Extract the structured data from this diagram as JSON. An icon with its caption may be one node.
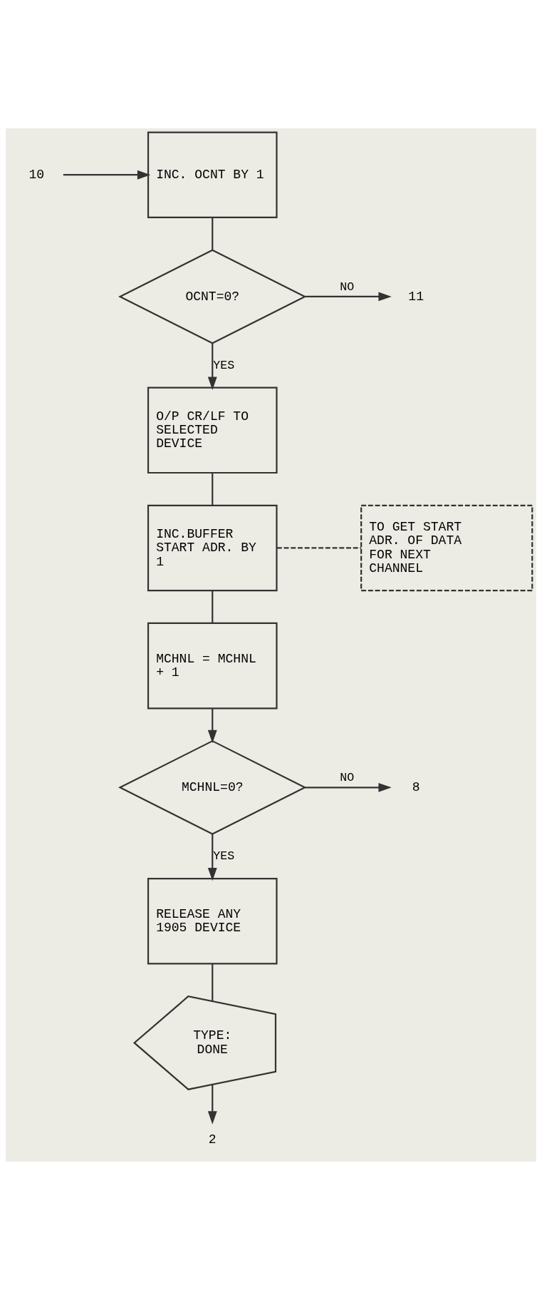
{
  "diagram": {
    "nodes": [
      {
        "text": [
          "10"
        ]
      },
      {
        "text": [
          "INC. OCNT BY 1"
        ]
      },
      {
        "text": [
          "OCNT=0?"
        ]
      },
      {
        "text": [
          "11"
        ]
      },
      {
        "text": [
          "O/P CR/LF TO SELECTED DEVICE"
        ]
      },
      {
        "text": [
          "INC.BUFFER START ADR. BY 1"
        ]
      },
      {
        "text": [
          "TO GET START ADR. OF DATA FOR NEXT CHANNEL"
        ]
      },
      {
        "text": [
          "MCHNL = MCHNL + 1"
        ]
      },
      {
        "text": [
          "MCHNL=0?"
        ]
      },
      {
        "text": [
          "8"
        ]
      },
      {
        "text": [
          "RELEASE ANY 1905 DEVICE"
        ]
      },
      {
        "text": [
          "TYPE:",
          "DONE"
        ]
      },
      {
        "text": [
          "2"
        ]
      }
    ],
    "edges": [
      {
        "from": 0,
        "to": 1,
        "arrow": "to"
      },
      {
        "from": 1,
        "to": 2,
        "arrow": "none"
      },
      {
        "from": 2,
        "to": 3,
        "arrow": "to",
        "label": "NO"
      },
      {
        "from": 2,
        "to": 4,
        "arrow": "to",
        "label": "YES"
      },
      {
        "from": 4,
        "to": 5,
        "arrow": "none"
      },
      {
        "from": 5,
        "to": 6,
        "arrow": "none",
        "style": "dashed"
      },
      {
        "from": 5,
        "to": 7,
        "arrow": "none"
      },
      {
        "from": 7,
        "to": 8,
        "arrow": "to"
      },
      {
        "from": 8,
        "to": 9,
        "arrow": "to",
        "label": "NO"
      },
      {
        "from": 8,
        "to": 10,
        "arrow": "to",
        "label": "YES"
      },
      {
        "from": 10,
        "to": 11,
        "arrow": "none"
      },
      {
        "from": 11,
        "to": 12,
        "arrow": "to"
      }
    ]
  }
}
